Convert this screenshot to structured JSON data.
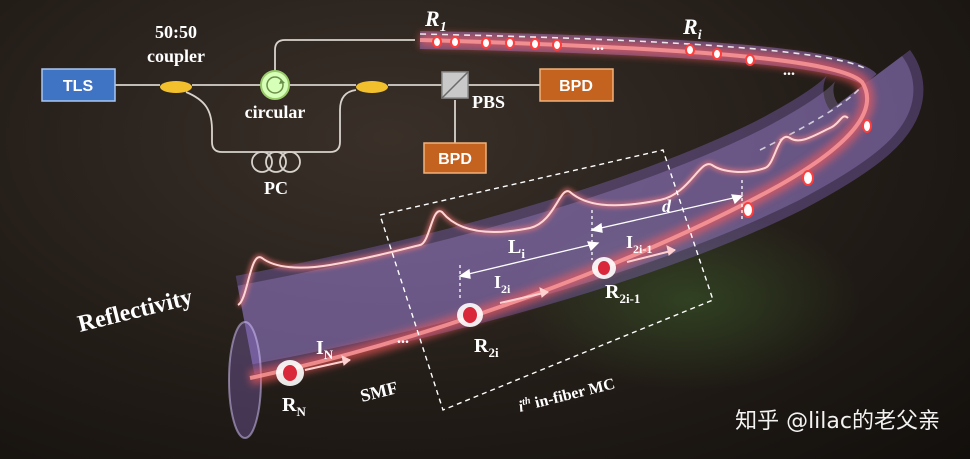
{
  "labels": {
    "tls": "TLS",
    "coupler_ratio": "50:50",
    "coupler": "coupler",
    "circular": "circular",
    "pc": "PC",
    "pbs": "PBS",
    "bpd_top": "BPD",
    "bpd_bottom": "BPD",
    "r1": "R",
    "r1_sub": "1",
    "ri": "R",
    "ri_sub": "i",
    "reflectivity": "Reflectivity",
    "d": "d",
    "li": "L",
    "li_sub": "i",
    "i_2i1": "I",
    "i_2i1_sub": "2i-1",
    "r_2i1": "R",
    "r_2i1_sub": "2i-1",
    "i_2i": "I",
    "i_2i_sub": "2i",
    "r_2i": "R",
    "r_2i_sub": "2i",
    "i_n": "I",
    "i_n_sub": "N",
    "r_n": "R",
    "r_n_sub": "N",
    "dots": "...",
    "smf": "SMF",
    "mc_i": "i",
    "mc_sup": "th",
    "mc_rest": " in-fiber MC"
  },
  "watermark": "知乎 @lilac的老父亲",
  "colors": {
    "tls_box": "#3f73c4",
    "bpd_box": "#c4621f",
    "coupler": "#f2c02c",
    "fiber_line": "#d7d2cc",
    "fiber_glow": "#ff6a6a",
    "tube_edge": "#b9a6e6"
  }
}
